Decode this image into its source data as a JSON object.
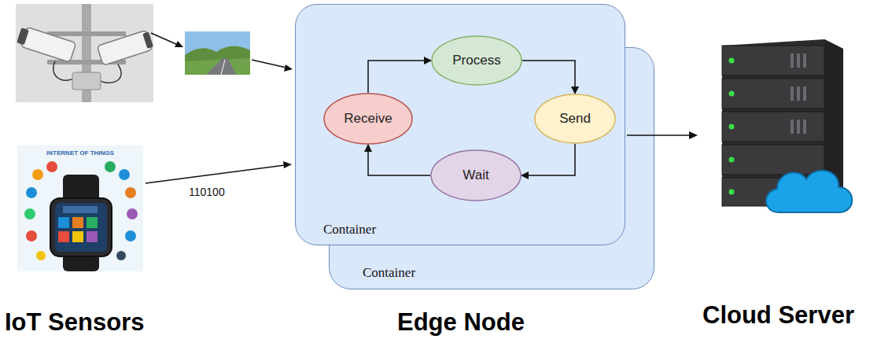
{
  "diagram": {
    "nodes": [
      {
        "text": [
          "Container"
        ]
      },
      {
        "text": [
          "Process"
        ],
        "in": 0
      },
      {
        "text": [
          "Receive"
        ],
        "in": 0
      },
      {
        "text": [
          "Send"
        ],
        "in": 0
      },
      {
        "text": [
          "Wait"
        ],
        "in": 0
      },
      {
        "text": [
          "Container"
        ]
      }
    ],
    "edges": [
      {
        "from": 2,
        "to": 1,
        "arrow": "to"
      },
      {
        "from": 1,
        "to": 3,
        "arrow": "to"
      },
      {
        "from": 3,
        "to": 4,
        "arrow": "to"
      },
      {
        "from": 4,
        "to": 2,
        "arrow": "to"
      }
    ],
    "labels": [
      "INTERNET OF THINGS",
      "110100",
      "IoT Sensors",
      "Edge Node",
      "Cloud Server"
    ]
  }
}
